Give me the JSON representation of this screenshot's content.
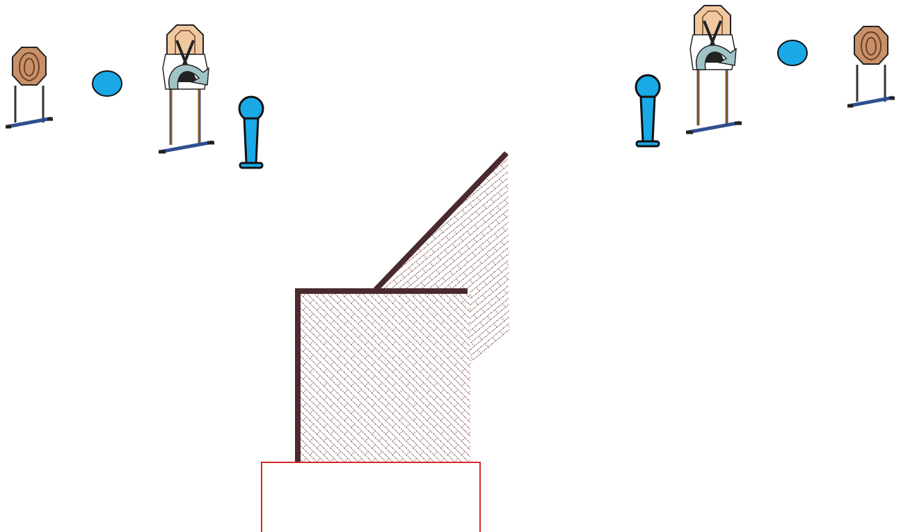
{
  "diagram": {
    "kind": "shooting stage layout",
    "elements": [
      {
        "id": "steel-target-left",
        "icon": "octagon-steel-target-icon",
        "count": 1
      },
      {
        "id": "popper-disc-left",
        "icon": "round-steel-plate-icon",
        "count": 1
      },
      {
        "id": "swinger-target-left",
        "icon": "swinging-paper-target-icon",
        "count": 1
      },
      {
        "id": "popper-left",
        "icon": "popper-target-icon",
        "count": 1
      },
      {
        "id": "steel-target-right",
        "icon": "octagon-steel-target-icon",
        "count": 1
      },
      {
        "id": "popper-disc-right",
        "icon": "round-steel-plate-icon",
        "count": 1
      },
      {
        "id": "swinger-target-right",
        "icon": "swinging-paper-target-icon",
        "count": 1
      },
      {
        "id": "popper-right",
        "icon": "popper-target-icon",
        "count": 1
      },
      {
        "id": "barricade-wall",
        "icon": "mesh-wall-icon",
        "count": 2
      },
      {
        "id": "shooting-box",
        "icon": "fault-line-box-icon",
        "count": 1
      }
    ]
  },
  "colors": {
    "steel_fill": "#c8916a",
    "steel_outline": "#6b3f22",
    "popper_fill": "#19a9e6",
    "stand_blue": "#2f4f8f",
    "wall_dark": "#4a2a2e",
    "wall_mesh": "#8a5a5a",
    "box_red": "#d62828",
    "arrow_fill": "#9fc3c6",
    "paper_skin": "#f0c8a0"
  }
}
